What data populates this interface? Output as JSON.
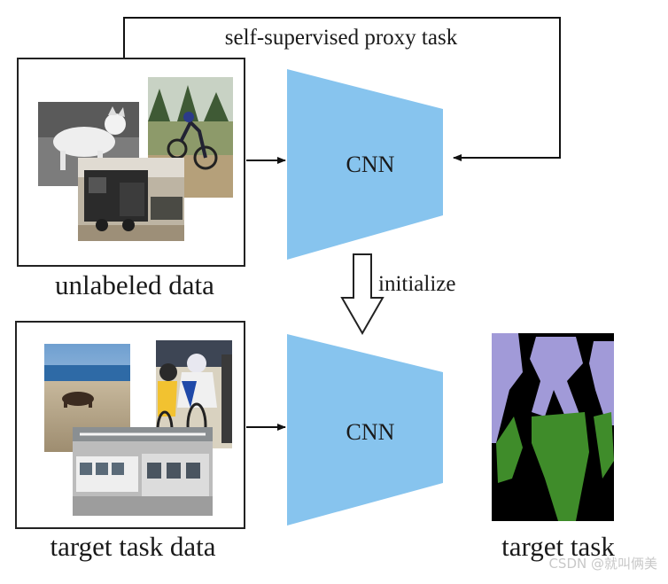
{
  "top_loop_label": "self-supervised proxy task",
  "cnn_top_label": "CNN",
  "cnn_bottom_label": "CNN",
  "unlabeled_caption": "unlabeled data",
  "initialize_label": "initialize",
  "target_data_caption": "target task data",
  "target_task_caption": "target task",
  "watermark": "CSDN @就叫俩美",
  "colors": {
    "cnn_fill": "#87c4ee",
    "segment_person": "#a19ad8",
    "segment_bike": "#3f8c2a",
    "segment_bg": "#000000"
  }
}
